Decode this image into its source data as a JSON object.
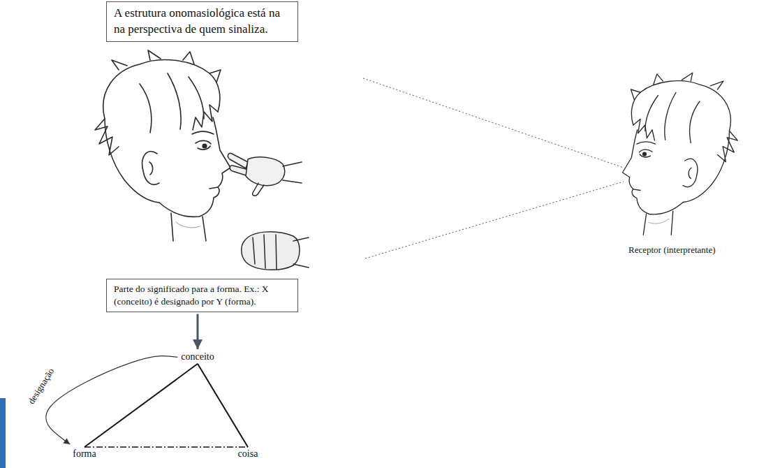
{
  "diagram": {
    "nodes": [
      {
        "text": [
          "A estrutura onomasiológica está na na perspectiva de quem sinaliza."
        ]
      },
      {
        "text": [
          "Parte do significado para a forma. Ex.: X (conceito) é designado por Y (forma)."
        ]
      },
      {
        "text": [
          "conceito"
        ]
      },
      {
        "text": [
          "forma"
        ]
      },
      {
        "text": [
          "coisa"
        ]
      }
    ],
    "edges": [
      {
        "from": 1,
        "to": 2,
        "arrow": "to"
      },
      {
        "from": 2,
        "to": 3,
        "arrow": "none"
      },
      {
        "from": 2,
        "to": 4,
        "arrow": "none"
      },
      {
        "from": 3,
        "to": 4,
        "arrow": "none"
      },
      {
        "from": 2,
        "to": 3,
        "arrow": "to",
        "label": "designação"
      }
    ],
    "labels": [
      "Receptor (interpretante)"
    ]
  }
}
